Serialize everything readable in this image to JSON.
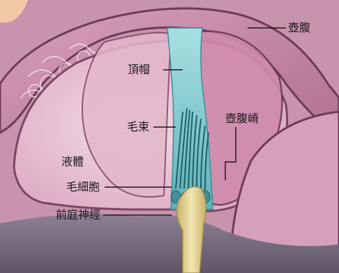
{
  "labels": {
    "ampulla": "壺腹",
    "cupula": "頂帽",
    "hair_bundle": "毛束",
    "crista_ampullaris": "壺腹嵴",
    "fluid": "液體",
    "hair_cell": "毛細胞",
    "vestibular_nerve": "前庭神經"
  },
  "colors": {
    "background": "#ffffff",
    "membrane_pink": "#c98aa8",
    "membrane_dark": "#8b4a6b",
    "fluid_pink": "#e9c4d4",
    "cupula_teal": "#7fc7cc",
    "nerve_yellow": "#e8d79a",
    "skin": "#f2c9a7"
  }
}
